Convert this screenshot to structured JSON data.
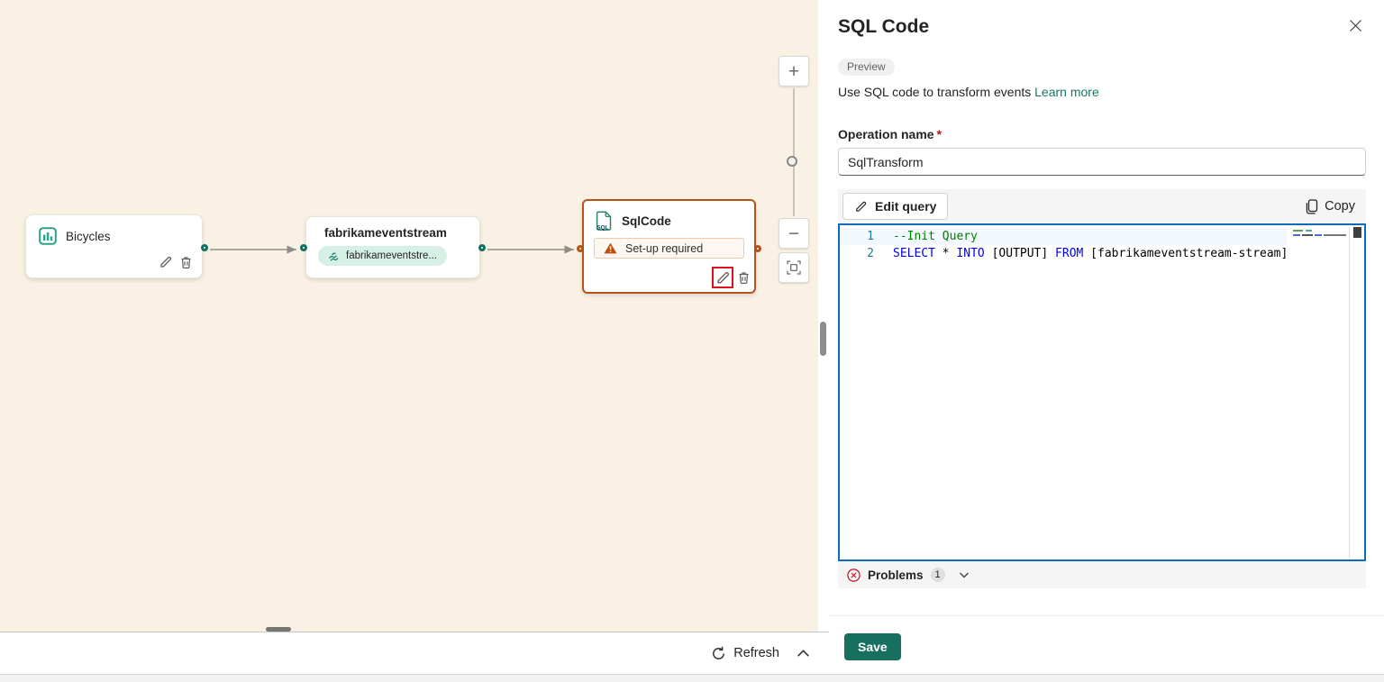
{
  "colors": {
    "canvas_bg": "#f9f1e3",
    "teal_port": "#0e7163",
    "rust_border": "#b5531c",
    "red_highlight_box": "#e01020",
    "link_teal": "#117865",
    "save_green": "#17705f",
    "editor_focus_border": "#0f6cbd",
    "comment_green": "#008000",
    "keyword_blue": "#0000ff",
    "error_red": "#c50f1f"
  },
  "canvas": {
    "nodes": {
      "bicycles": {
        "title": "Bicycles"
      },
      "eventstream": {
        "title": "fabrikameventstream",
        "pill_label": "fabrikameventstre..."
      },
      "sqlcode": {
        "title": "SqlCode",
        "warning_label": "Set-up required"
      }
    },
    "zoom_controls": {
      "zoom_in": "+",
      "zoom_out": "−"
    },
    "bottom_bar": {
      "refresh_label": "Refresh"
    }
  },
  "panel": {
    "title": "SQL Code",
    "preview_badge": "Preview",
    "description": "Use SQL code to transform events ",
    "learn_more_link": "Learn more",
    "operation_name": {
      "label": "Operation name",
      "required_mark": "*",
      "value": "SqlTransform"
    },
    "toolbar": {
      "edit_query_label": "Edit query",
      "copy_label": "Copy"
    },
    "editor": {
      "line1": {
        "number": "1",
        "comment": "--Init Query"
      },
      "line2": {
        "number": "2",
        "kw_select": "SELECT",
        "star": " * ",
        "kw_into": "INTO",
        "output": " [OUTPUT] ",
        "kw_from": "FROM",
        "source": " [fabrikameventstream-stream]"
      }
    },
    "problems": {
      "label": "Problems",
      "count": "1"
    },
    "save_label": "Save"
  }
}
